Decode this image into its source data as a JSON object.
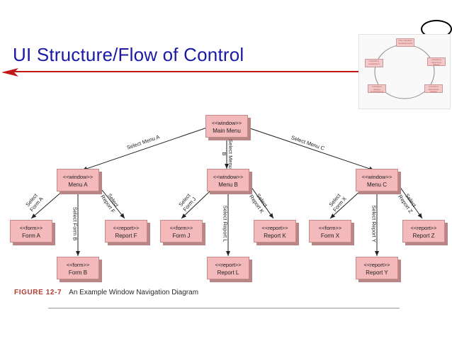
{
  "slide": {
    "title": "UI Structure/Flow of Control"
  },
  "thumbnail": {
    "nodes": [
      {
        "id": "top",
        "label": "CSU. System development"
      },
      {
        "id": "right",
        "label": "Interface structure design"
      },
      {
        "id": "bottomright",
        "label": "Interface standards design"
      },
      {
        "id": "bottomleft",
        "label": "Interface design prototyping"
      },
      {
        "id": "left",
        "label": "Interface evaluation"
      }
    ]
  },
  "diagram": {
    "nodes": {
      "main": {
        "stereotype": "<<window>>",
        "name": "Main Menu"
      },
      "menuA": {
        "stereotype": "<<window>>",
        "name": "Menu A"
      },
      "menuB": {
        "stereotype": "<<window>>",
        "name": "Menu B"
      },
      "menuC": {
        "stereotype": "<<window>>",
        "name": "Menu C"
      },
      "formA": {
        "stereotype": "<<form>>",
        "name": "Form A"
      },
      "formB": {
        "stereotype": "<<form>>",
        "name": "Form B"
      },
      "reportF": {
        "stereotype": "<<report>>",
        "name": "Report F"
      },
      "formJ": {
        "stereotype": "<<form>>",
        "name": "Form J"
      },
      "reportL": {
        "stereotype": "<<report>>",
        "name": "Report L"
      },
      "reportK": {
        "stereotype": "<<report>>",
        "name": "Report K"
      },
      "formX": {
        "stereotype": "<<form>>",
        "name": "Form X"
      },
      "reportY": {
        "stereotype": "<<report>>",
        "name": "Report Y"
      },
      "reportZ": {
        "stereotype": "<<report>>",
        "name": "Report Z"
      }
    },
    "edges": {
      "main_menuA": "Select Menu A",
      "main_menuB": "Select Menu B",
      "main_menuC": "Select Menu C",
      "menuA_formA": "Select Form A",
      "menuA_formB": "Select Form B",
      "menuA_reportF": "Select Report F",
      "menuB_formJ": "Select Form J",
      "menuB_reportL": "Select Report L",
      "menuB_reportK": "Select Report K",
      "menuC_formX": "Select Form X",
      "menuC_reportY": "Select Report Y",
      "menuC_reportZ": "Select Report Z"
    }
  },
  "caption": {
    "figure": "FIGURE 12-7",
    "text": "An Example Window Navigation Diagram"
  }
}
